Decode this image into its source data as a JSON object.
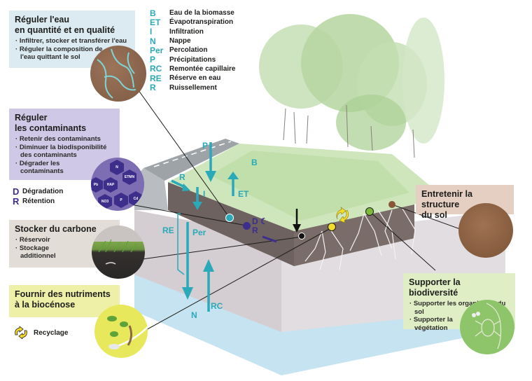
{
  "boxes": {
    "water": {
      "title_line1": "Réguler l'eau",
      "title_line2": "en quantité et en qualité",
      "items": [
        "Infiltrer, stocker et transférer l'eau",
        "Réguler la composition de l'eau quittant le sol"
      ],
      "color": "#dcebf2"
    },
    "contaminants": {
      "title_line1": "Réguler",
      "title_line2": "les contaminants",
      "items": [
        "Retenir des contaminants",
        "Diminuer la biodisponibilité des contaminants",
        "Dégrader les contaminants"
      ],
      "color": "#cfc8e6",
      "hexagons": [
        "N",
        "ETMN",
        "HAP",
        "Pb",
        "P",
        "Cd",
        "NO3"
      ]
    },
    "carbon": {
      "title": "Stocker du carbone",
      "items": [
        "Réservoir",
        "Stockage additionnel"
      ],
      "color": "#e3ddd7"
    },
    "nutrients": {
      "title_line1": "Fournir des nutriments",
      "title_line2": "à la biocénose",
      "color": "#eef0a8"
    },
    "structure": {
      "title_line1": "Entretenir la structure",
      "title_line2": "du sol",
      "color": "#e5cfc2"
    },
    "biodiversity": {
      "title": "Supporter la biodiversité",
      "items": [
        "Supporter les organismes du sol",
        "Supporter la végétation"
      ],
      "color": "#dfeec5"
    }
  },
  "contaminant_legend": [
    {
      "code": "D",
      "label": "Dégradation"
    },
    {
      "code": "R",
      "label": "Rétention"
    }
  ],
  "recycling_legend": {
    "icon": "recycle-arrows-icon",
    "label": "Recyclage"
  },
  "water_legend": [
    {
      "code": "B",
      "label": "Eau de la biomasse"
    },
    {
      "code": "ET",
      "label": "Évapotranspiration"
    },
    {
      "code": "I",
      "label": "Infiltration"
    },
    {
      "code": "N",
      "label": "Nappe"
    },
    {
      "code": "Per",
      "label": "Percolation"
    },
    {
      "code": "P",
      "label": "Précipitations"
    },
    {
      "code": "RC",
      "label": "Remontée capillaire"
    },
    {
      "code": "RE",
      "label": "Réserve en eau"
    },
    {
      "code": "R",
      "label": "Ruissellement"
    }
  ],
  "flow_labels": {
    "P": "P",
    "B": "B",
    "R": "R",
    "I": "I",
    "ET": "ET",
    "RE": "RE",
    "Per": "Per",
    "N": "N",
    "RC": "RC"
  },
  "contam_marks": {
    "D": "D",
    "R": "R"
  },
  "colors": {
    "water_flow": "#2aa9b8",
    "contaminant": "#3d2e8c",
    "carbon_dot": "#111111",
    "nutrient_dot": "#f3dc2a",
    "biodiversity_dot": "#7dba3c",
    "structure_dot": "#8a5638"
  }
}
